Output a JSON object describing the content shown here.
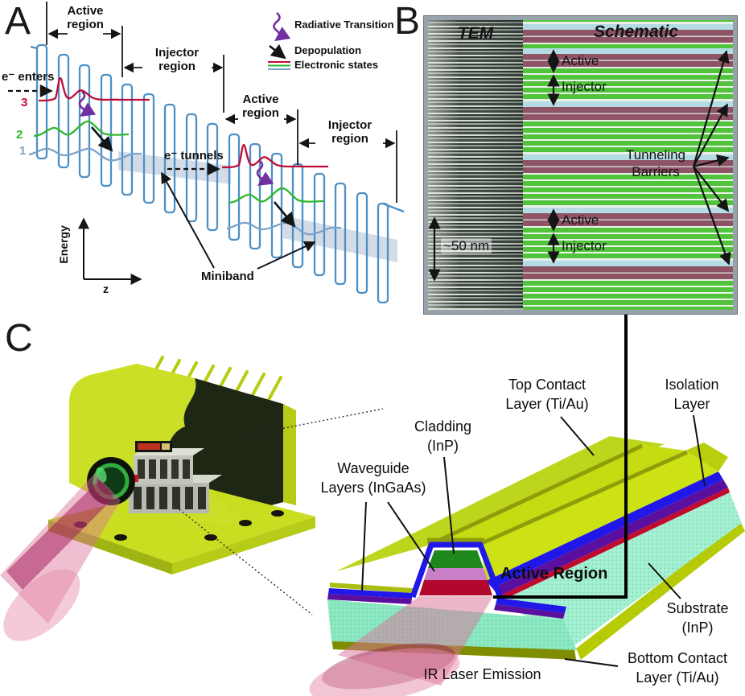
{
  "panel_a": {
    "letter": "A",
    "regions": [
      "Active region",
      "Injector region",
      "Active region",
      "Injector region"
    ],
    "legend": [
      {
        "icon": "radiative-transition-squiggle-icon",
        "label": "Radiative Transition"
      },
      {
        "icon": "depopulation-arrow-icon",
        "label": "Depopulation"
      },
      {
        "icon": "electronic-states-lines-icon",
        "label": "Electronic states"
      }
    ],
    "annotations": {
      "e_enters": "e⁻ enters",
      "e_tunnels": "e⁻ tunnels",
      "miniband": "Miniband",
      "energy_axis": "Energy",
      "z_axis": "z",
      "state_3": "3",
      "state_2": "2",
      "state_1": "1"
    }
  },
  "panel_b": {
    "letter": "B",
    "tem_label": "TEM",
    "schematic_label": "Schematic",
    "active_label_top": "Active",
    "injector_label_top": "Injector",
    "active_label_bottom": "Active",
    "injector_label_bottom": "Injector",
    "tunneling_barriers": "Tunneling Barriers",
    "scale_bar": "~50 nm"
  },
  "panel_c": {
    "letter": "C",
    "labels": {
      "top_contact": [
        "Top Contact",
        "Layer (Ti/Au)"
      ],
      "isolation": [
        "Isolation",
        "Layer"
      ],
      "cladding": [
        "Cladding",
        "(InP)"
      ],
      "waveguide": [
        "Waveguide",
        "Layers (InGaAs)"
      ],
      "active_region": "Active Region",
      "substrate": [
        "Substrate",
        "(InP)"
      ],
      "bottom_contact": [
        "Bottom Contact",
        "Layer (Ti/Au)"
      ],
      "ir_emission": "IR Laser Emission"
    }
  },
  "colors": {
    "barrier_blue": "#4d90c5",
    "state3_red": "#c00a36",
    "state2_green": "#2eb82e",
    "state1_blue": "#7ba3cc",
    "radiative_purple": "#7030a0",
    "miniband_gray": "#bcc9d8",
    "schematic_green": "#52c43c",
    "schematic_maroon": "#8e5365",
    "schematic_lightblue": "#b5dbe4",
    "frame_gray": "#98a2aa",
    "package_chartreuse": "#c9de20",
    "substrate_mint": "#8ce8c2",
    "isolation_blue": "#2018e8",
    "waveguide_purple": "#5a0f9e",
    "active_red": "#b5082e",
    "cladding_green": "#1d8c1d",
    "waveguide_pink": "#c87fc8",
    "bottom_contact_olive": "#7f8e00",
    "beam_pink": "#e28aa8"
  }
}
